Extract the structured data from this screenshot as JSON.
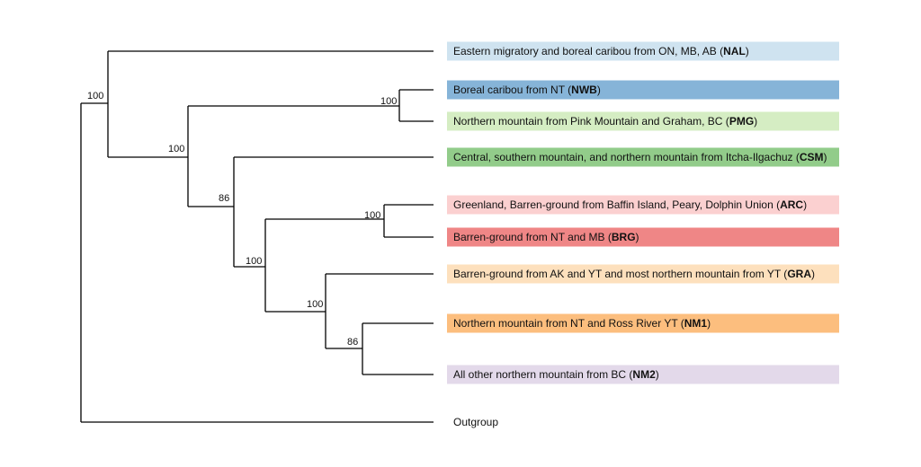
{
  "leaves": [
    {
      "id": "NAL",
      "label": "Eastern migratory and boreal caribou from ON, MB, AB (",
      "code": "NAL",
      "suffix": ")",
      "color": "#cfe3f0"
    },
    {
      "id": "NWB",
      "label": "Boreal caribou from NT (",
      "code": "NWB",
      "suffix": ")",
      "color": "#86b4d8"
    },
    {
      "id": "PMG",
      "label": "Northern mountain from Pink Mountain and Graham, BC (",
      "code": "PMG",
      "suffix": ")",
      "color": "#d5edc3"
    },
    {
      "id": "CSM",
      "label": "Central, southern mountain, and northern mountain from Itcha-Ilgachuz (",
      "code": "CSM",
      "suffix": ")",
      "color": "#92cc8a"
    },
    {
      "id": "ARC",
      "label": "Greenland, Barren-ground from Baffin Island, Peary, Dolphin Union (",
      "code": "ARC",
      "suffix": ")",
      "color": "#fbd0d0"
    },
    {
      "id": "BRG",
      "label": "Barren-ground from NT and MB (",
      "code": "BRG",
      "suffix": ")",
      "color": "#ef8686"
    },
    {
      "id": "GRA",
      "label": "Barren-ground from AK and YT and most northern mountain from YT  (",
      "code": "GRA",
      "suffix": ")",
      "color": "#fde0bd"
    },
    {
      "id": "NM1",
      "label": "Northern mountain from NT and Ross River YT (",
      "code": "NM1",
      "suffix": ")",
      "color": "#fcbe7e"
    },
    {
      "id": "NM2",
      "label": "All other northern mountain from BC (",
      "code": "NM2",
      "suffix": ")",
      "color": "#e3d9ea"
    },
    {
      "id": "OUT",
      "label": "Outgroup",
      "code": "",
      "suffix": "",
      "color": ""
    }
  ],
  "support_values": [
    {
      "node": "root",
      "value": "100"
    },
    {
      "node": "NWB-PMG",
      "value": "100"
    },
    {
      "node": "ingroup-core",
      "value": "100"
    },
    {
      "node": "CSM-rest",
      "value": "86"
    },
    {
      "node": "ARC-BRG",
      "value": "100"
    },
    {
      "node": "barren-mountain",
      "value": "100"
    },
    {
      "node": "GRA-NM",
      "value": "100"
    },
    {
      "node": "NM1-NM2",
      "value": "86"
    }
  ]
}
